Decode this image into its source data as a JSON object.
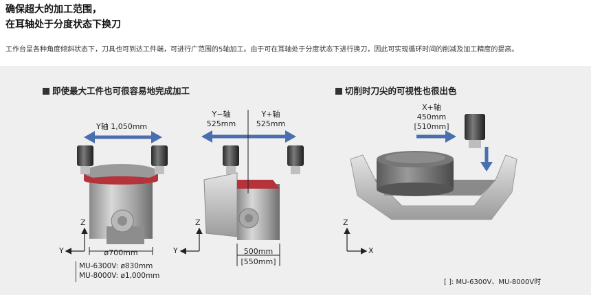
{
  "header": {
    "title_line1": "确保超大的加工范围，",
    "title_line2": "在耳轴处于分度状态下换刀",
    "description": "工作台呈各种角度倾斜状态下，刀具也可到达工件端，可进行广范围的5轴加工。由于可在耳轴处于分度状态下进行换刀，因此可实现循环时间的削减及加工精度的提高。"
  },
  "left_section": {
    "heading": "即使最大工件也可很容易地完成加工",
    "y_axis_label": "Y轴  1,050mm",
    "y_minus_label": "Y−轴",
    "y_minus_value": "525mm",
    "y_plus_label": "Y+轴",
    "y_plus_value": "525mm",
    "diameter_label": "ø700mm",
    "width_label": "500mm",
    "width_label_alt": "[550mm]",
    "axis_z1": "Z",
    "axis_y1": "Y",
    "axis_z2": "Z",
    "axis_y2": "Y",
    "specs": [
      "MU-6300V: ø830mm",
      "MU-8000V: ø1,000mm"
    ]
  },
  "right_section": {
    "heading": "切削时刀尖的可视性也很出色",
    "x_label": "X+轴",
    "x_value": "450mm",
    "x_value_alt": "[510mm]",
    "axis_z": "Z",
    "axis_x": "X"
  },
  "footnote": "[    ]: MU-6300V、MU-8000V时",
  "colors": {
    "arrow_blue": "#4a6fae",
    "red_band": "#b5333a",
    "panel_bg": "#efefef"
  }
}
